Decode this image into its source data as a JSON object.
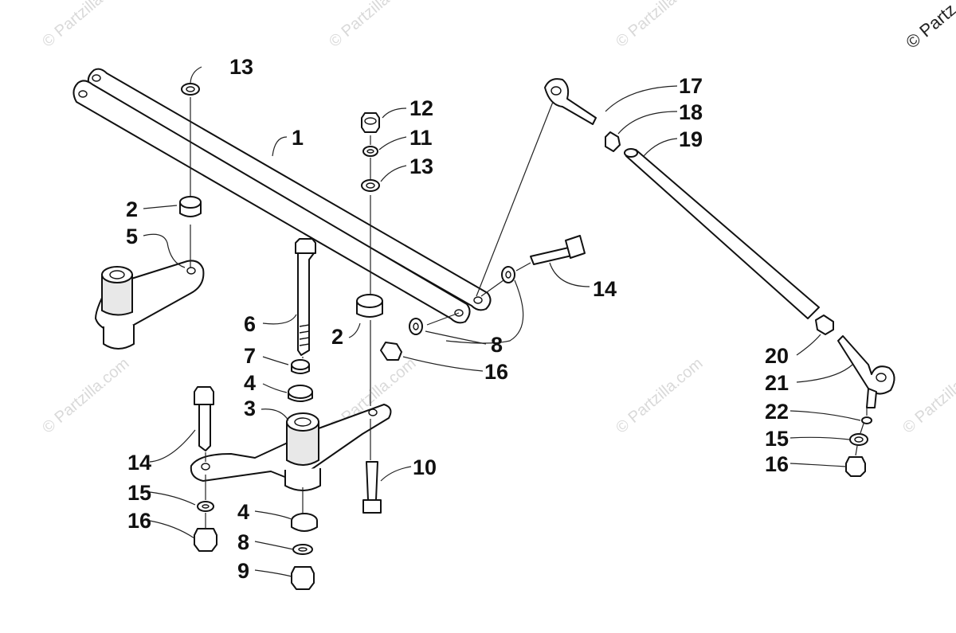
{
  "watermark": {
    "text": "© Partzilla.com",
    "corner_text": "© Partz"
  },
  "callouts": [
    {
      "id": "c13a",
      "label": "13"
    },
    {
      "id": "c1",
      "label": "1"
    },
    {
      "id": "c12",
      "label": "12"
    },
    {
      "id": "c11",
      "label": "11"
    },
    {
      "id": "c13b",
      "label": "13"
    },
    {
      "id": "c2a",
      "label": "2"
    },
    {
      "id": "c5",
      "label": "5"
    },
    {
      "id": "c6",
      "label": "6"
    },
    {
      "id": "c2b",
      "label": "2"
    },
    {
      "id": "c7",
      "label": "7"
    },
    {
      "id": "c4a",
      "label": "4"
    },
    {
      "id": "c3",
      "label": "3"
    },
    {
      "id": "c14a",
      "label": "14"
    },
    {
      "id": "c15a",
      "label": "15"
    },
    {
      "id": "c16a",
      "label": "16"
    },
    {
      "id": "c4b",
      "label": "4"
    },
    {
      "id": "c8a",
      "label": "8"
    },
    {
      "id": "c9",
      "label": "9"
    },
    {
      "id": "c10",
      "label": "10"
    },
    {
      "id": "c8b",
      "label": "8"
    },
    {
      "id": "c16b",
      "label": "16"
    },
    {
      "id": "c14b",
      "label": "14"
    },
    {
      "id": "c17",
      "label": "17"
    },
    {
      "id": "c18",
      "label": "18"
    },
    {
      "id": "c19",
      "label": "19"
    },
    {
      "id": "c20",
      "label": "20"
    },
    {
      "id": "c21",
      "label": "21"
    },
    {
      "id": "c22",
      "label": "22"
    },
    {
      "id": "c15b",
      "label": "15"
    },
    {
      "id": "c16c",
      "label": "16"
    }
  ]
}
